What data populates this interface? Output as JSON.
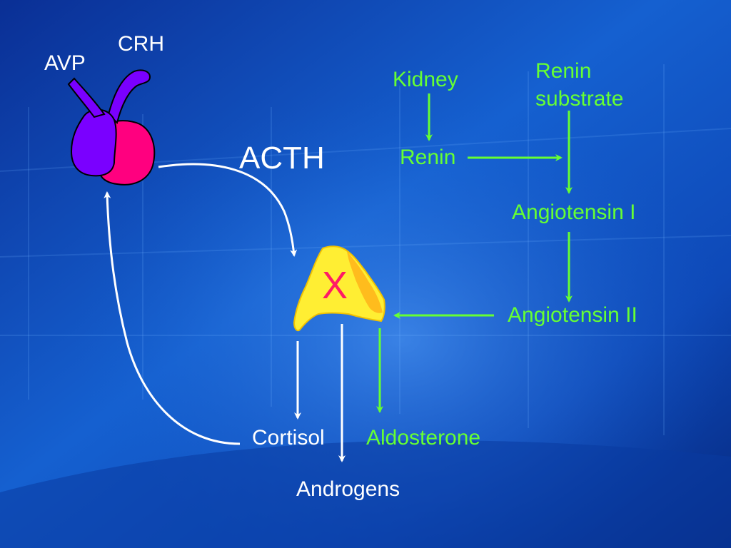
{
  "colors": {
    "background": "#0a3fae",
    "hormone_arrows": "#ffffff",
    "raas_arrows": "#66ff33",
    "avp_neuron": "#7a00ff",
    "crh_neuron": "#ff007f",
    "adrenal_gland": "#ffee33",
    "adrenal_shade": "#ffb31a",
    "target_mark": "#ff1a66"
  },
  "labels": {
    "crh": "CRH",
    "avp": "AVP",
    "acth": "ACTH",
    "target": "X",
    "cortisol": "Cortisol",
    "androgens": "Androgens",
    "aldosterone": "Aldosterone",
    "kidney": "Kidney",
    "renin": "Renin",
    "renin_substrate": "Renin substrate",
    "angiotensin_1": "Angiotensin I",
    "angiotensin_2": "Angiotensin II"
  },
  "icons": {
    "pituitary": "pituitary-icon",
    "adrenal": "adrenal-gland-icon"
  }
}
